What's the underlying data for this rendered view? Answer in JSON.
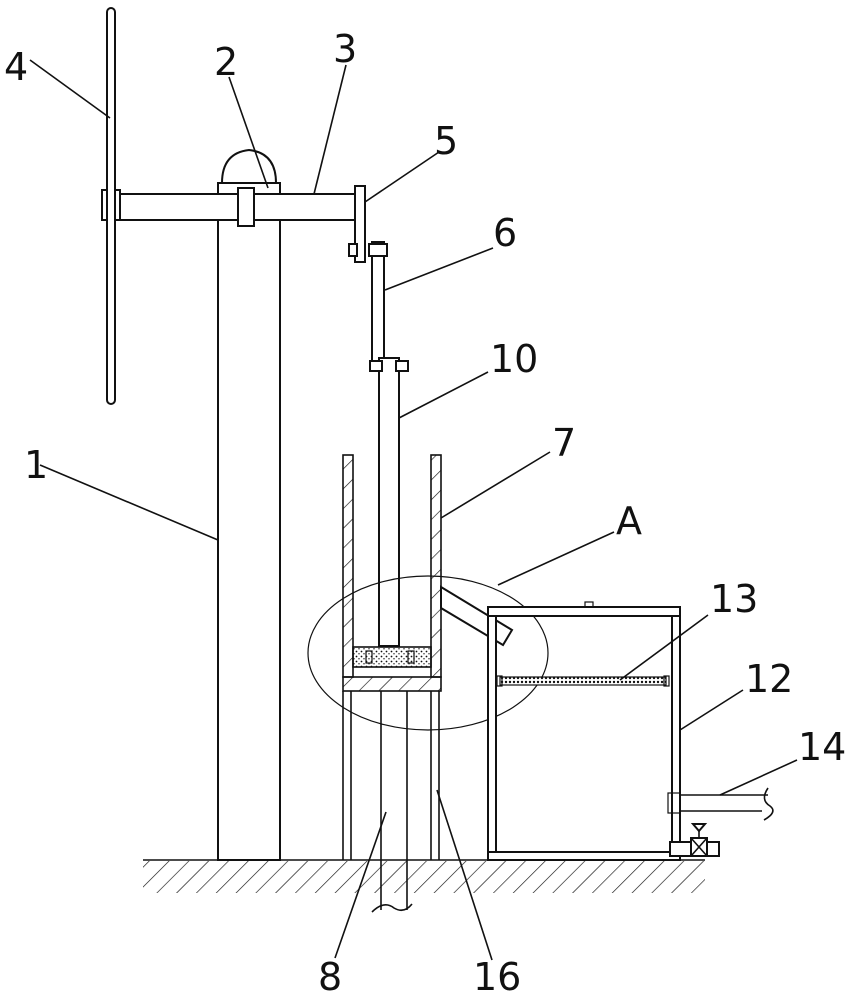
{
  "labels": {
    "l1": "1",
    "l2": "2",
    "l3": "3",
    "l4": "4",
    "l5": "5",
    "l6": "6",
    "l7": "7",
    "l8": "8",
    "l10": "10",
    "l12": "12",
    "l13": "13",
    "l14": "14",
    "l16": "16",
    "lA": "A"
  }
}
